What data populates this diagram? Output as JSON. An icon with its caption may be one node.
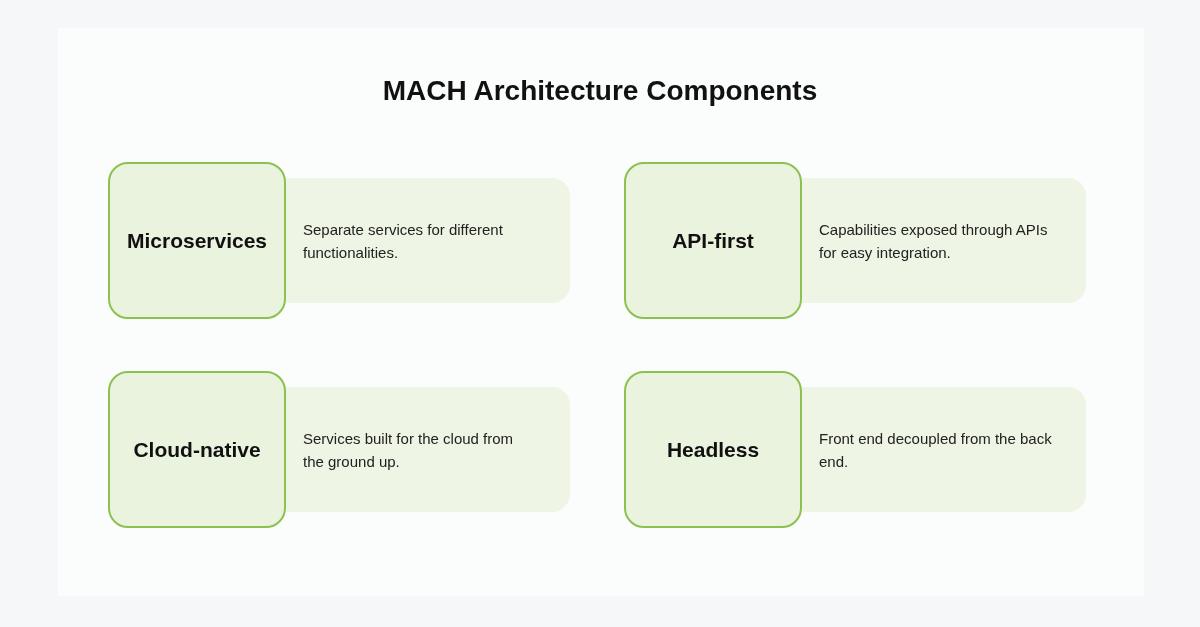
{
  "diagram": {
    "title": "MACH Architecture Components",
    "nodes": [
      {
        "text": [
          "Microservices"
        ]
      },
      {
        "text": [
          "Separate services for different functionalities."
        ]
      },
      {
        "text": [
          "API-first"
        ]
      },
      {
        "text": [
          "Capabilities exposed through APIs for easy integration."
        ]
      },
      {
        "text": [
          "Cloud-native"
        ]
      },
      {
        "text": [
          "Services built for the cloud from the ground up."
        ]
      },
      {
        "text": [
          "Headless"
        ]
      },
      {
        "text": [
          "Front end decoupled from the back end."
        ]
      }
    ]
  }
}
